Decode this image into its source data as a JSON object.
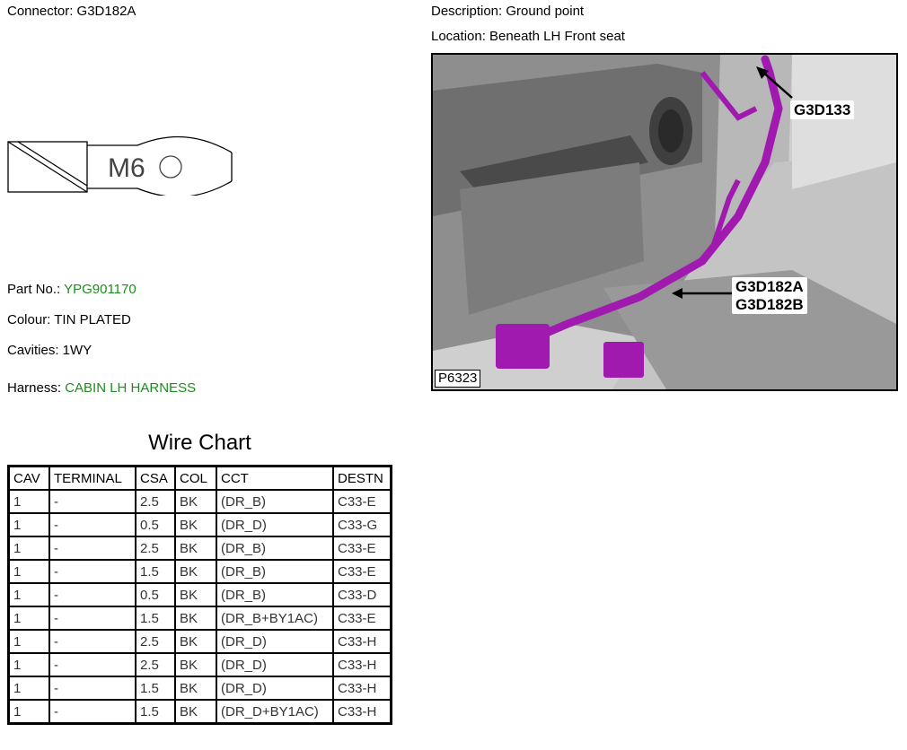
{
  "header": {
    "connector_label": "Connector: G3D182A",
    "description_label": "Description: Ground point",
    "location_label": "Location: Beneath LH Front seat"
  },
  "connector_symbol_text": "M6",
  "info": {
    "part_no_label": "Part No.:",
    "part_no_value": "YPG901170",
    "colour_label": "Colour: TIN PLATED",
    "cavities_label": "Cavities: 1WY",
    "harness_label": "Harness:",
    "harness_value": "CABIN LH HARNESS"
  },
  "photo": {
    "callouts": [
      "G3D133",
      "G3D182A",
      "G3D182B"
    ],
    "reference": "P6323",
    "harness_color": "#a01ab0"
  },
  "wire_chart": {
    "title": "Wire Chart",
    "columns": [
      "CAV",
      "TERMINAL",
      "CSA",
      "COL",
      "CCT",
      "DESTN"
    ],
    "rows": [
      [
        "1",
        "-",
        "2.5",
        "BK",
        "(DR_B)",
        "C33-E"
      ],
      [
        "1",
        "-",
        "0.5",
        "BK",
        "(DR_D)",
        "C33-G"
      ],
      [
        "1",
        "-",
        "2.5",
        "BK",
        "(DR_B)",
        "C33-E"
      ],
      [
        "1",
        "-",
        "1.5",
        "BK",
        "(DR_B)",
        "C33-E"
      ],
      [
        "1",
        "-",
        "0.5",
        "BK",
        "(DR_B)",
        "C33-D"
      ],
      [
        "1",
        "-",
        "1.5",
        "BK",
        "(DR_B+BY1AC)",
        "C33-E"
      ],
      [
        "1",
        "-",
        "2.5",
        "BK",
        "(DR_D)",
        "C33-H"
      ],
      [
        "1",
        "-",
        "2.5",
        "BK",
        "(DR_D)",
        "C33-H"
      ],
      [
        "1",
        "-",
        "1.5",
        "BK",
        "(DR_D)",
        "C33-H"
      ],
      [
        "1",
        "-",
        "1.5",
        "BK",
        "(DR_D+BY1AC)",
        "C33-H"
      ]
    ]
  }
}
